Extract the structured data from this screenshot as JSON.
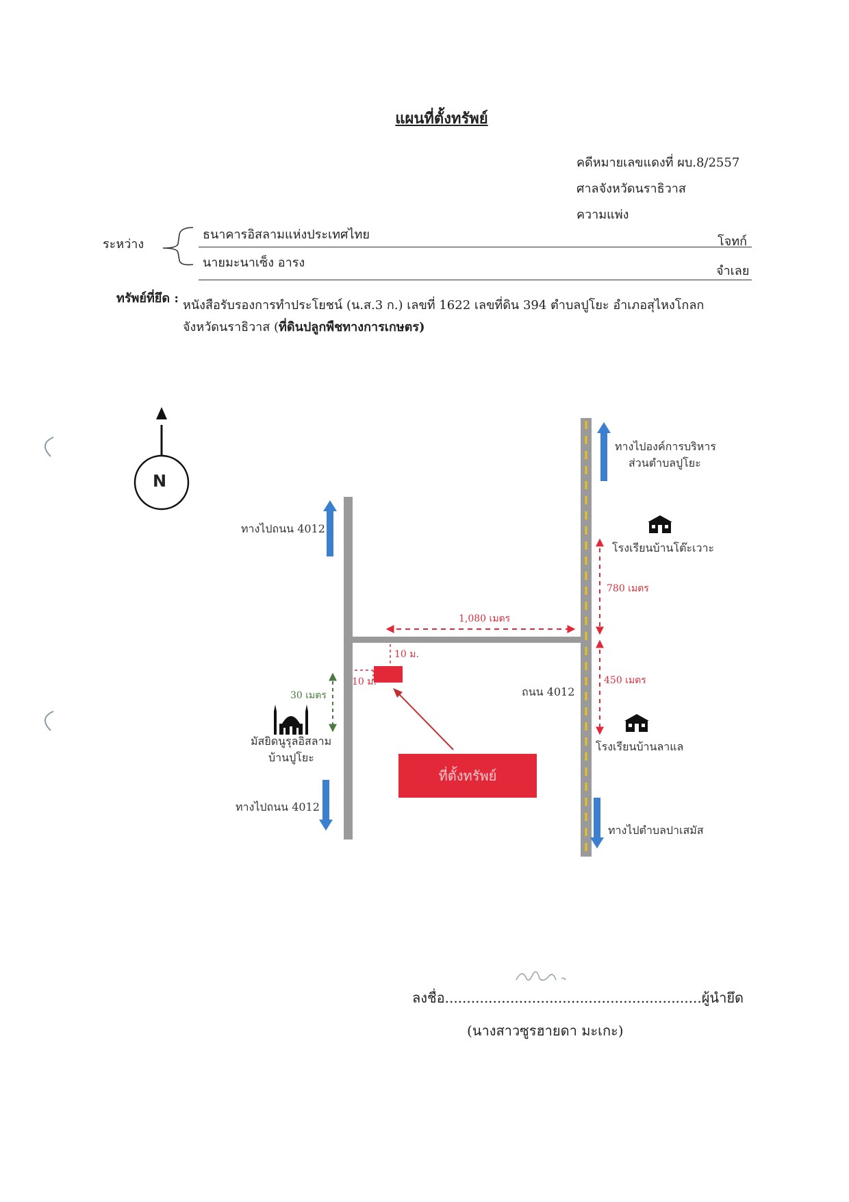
{
  "title": "แผนที่ตั้งทรัพย์",
  "case": {
    "number": "คดีหมายเลขแดงที่ ผบ.8/2557",
    "court": "ศาลจังหวัดนราธิวาส",
    "type": "ความแพ่ง"
  },
  "parties": {
    "between_label": "ระหว่าง",
    "plaintiff_name": "ธนาคารอิสลามแห่งประเทศไทย",
    "plaintiff_role": "โจทก์",
    "defendant_name": "นายมะนาเซ็ง อารง",
    "defendant_role": "จำเลย"
  },
  "property": {
    "label": "ทรัพย์ที่ยึด :",
    "line1": "หนังสือรับรองการทำประโยชน์ (น.ส.3 ก.) เลขที่ 1622 เลขที่ดิน 394 ตำบลปูโยะ อำเภอสุไหงโกลก",
    "line2_normal": "จังหวัดนราธิวาส (",
    "line2_bold": "ที่ดินปลูกพืชทางการเกษตร)"
  },
  "map": {
    "compass": "N",
    "to_road_4012_north": "ทางไปถนน 4012",
    "to_road_4012_south": "ทางไปถนน 4012",
    "to_sao_line1": "ทางไปองค์การบริหาร",
    "to_sao_line2": "ส่วนตำบลปูโยะ",
    "to_tambon": "ทางไปตำบลปาเสมัส",
    "school_north": "โรงเรียนบ้านโต๊ะเวาะ",
    "school_south": "โรงเรียนบ้านลาแล",
    "mosque_line1": "มัสยิดนูรุลอิสลาม",
    "mosque_line2": "บ้านปูโยะ",
    "road_label": "ถนน 4012",
    "dist_780": "780 เมตร",
    "dist_450": "450 เมตร",
    "dist_1080": "1,080 เมตร",
    "dist_10_top": "10 ม.",
    "dist_10_left": "10 ม.",
    "dist_30": "30 เมตร",
    "property_label": "ที่ตั้งทรัพย์",
    "colors": {
      "road": "#9a9a9a",
      "arrow_blue": "#3a7fd0",
      "red": "#e3283a",
      "green": "#4a7a40",
      "yellow": "#e8c020"
    }
  },
  "signature": {
    "sign_prefix": "ลงชื่อ",
    "dots": "...........................................................",
    "sign_role": "ผู้นำยึด",
    "name": "(นางสาวซูรฮายดา มะเกะ)"
  }
}
